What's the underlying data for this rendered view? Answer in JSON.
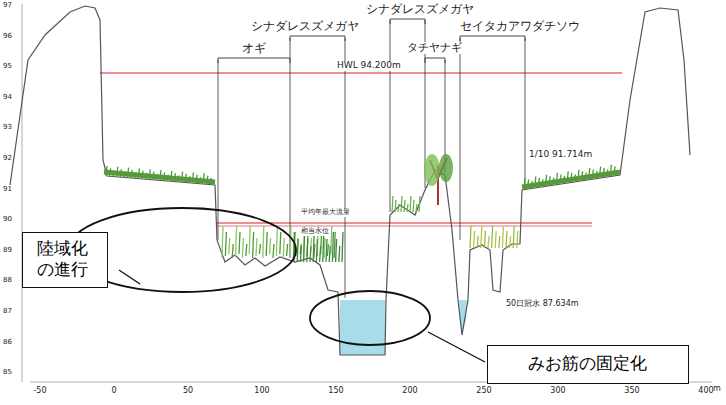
{
  "diagram": {
    "nodes": [
      {
        "text": [
          "陸域化 の進行"
        ]
      },
      {
        "text": [
          "みお筋の固定化"
        ]
      }
    ],
    "labels": [
      "シナダレスズメガヤ",
      "シナダレスズメガヤ",
      "セイタカアワダチソウ",
      "オギ",
      "タチヤナギ",
      "HWL 94.200m",
      "1/10 91.714m",
      "平均年最大流量",
      "相当水位",
      "50日冠水 87.634m",
      "97",
      "96",
      "95",
      "94",
      "93",
      "92",
      "91",
      "90",
      "89",
      "88",
      "87",
      "86",
      "85",
      "-50",
      "0",
      "50",
      "100",
      "150",
      "200",
      "250",
      "300",
      "350",
      "400",
      "m"
    ]
  }
}
